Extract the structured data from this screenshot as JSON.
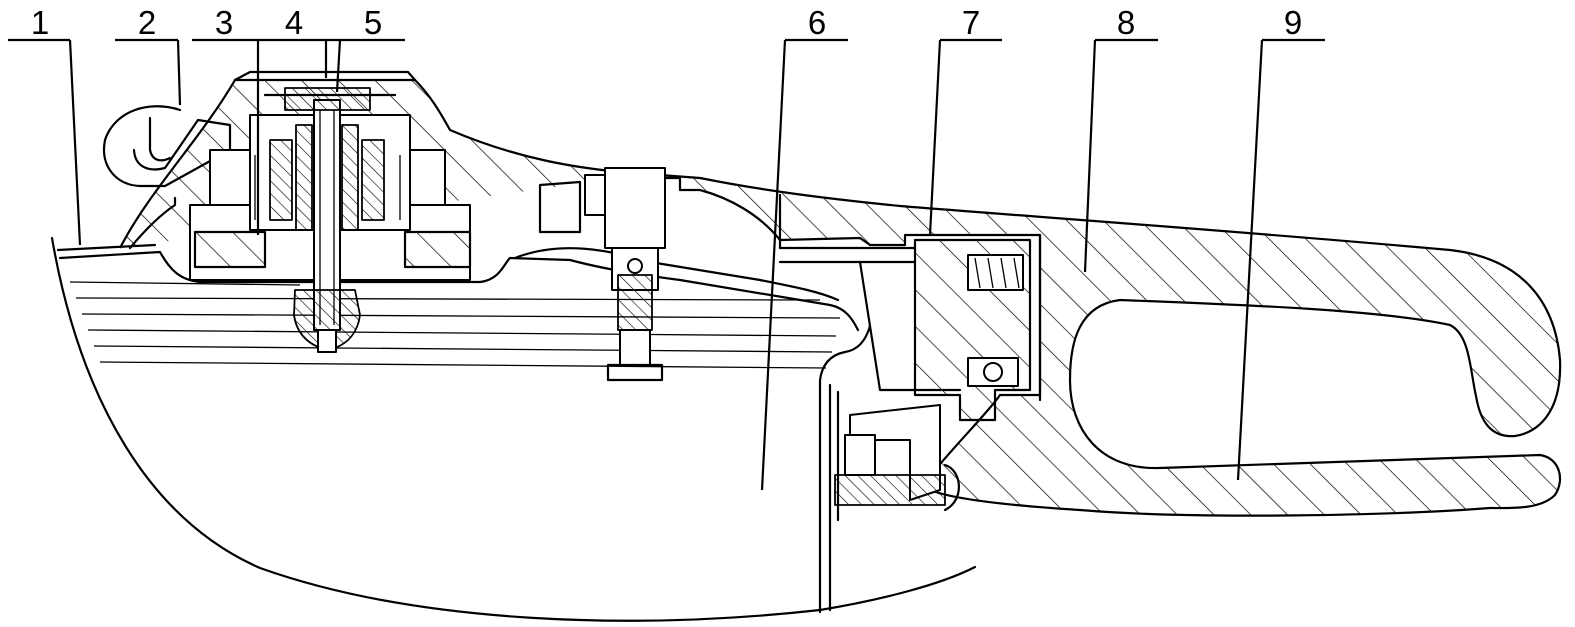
{
  "figure": {
    "labels": [
      {
        "id": "callout-1",
        "text": "1"
      },
      {
        "id": "callout-2",
        "text": "2"
      },
      {
        "id": "callout-3",
        "text": "3"
      },
      {
        "id": "callout-4",
        "text": "4"
      },
      {
        "id": "callout-5",
        "text": "5"
      },
      {
        "id": "callout-6",
        "text": "6"
      },
      {
        "id": "callout-7",
        "text": "7"
      },
      {
        "id": "callout-8",
        "text": "8"
      },
      {
        "id": "callout-9",
        "text": "9"
      }
    ]
  }
}
